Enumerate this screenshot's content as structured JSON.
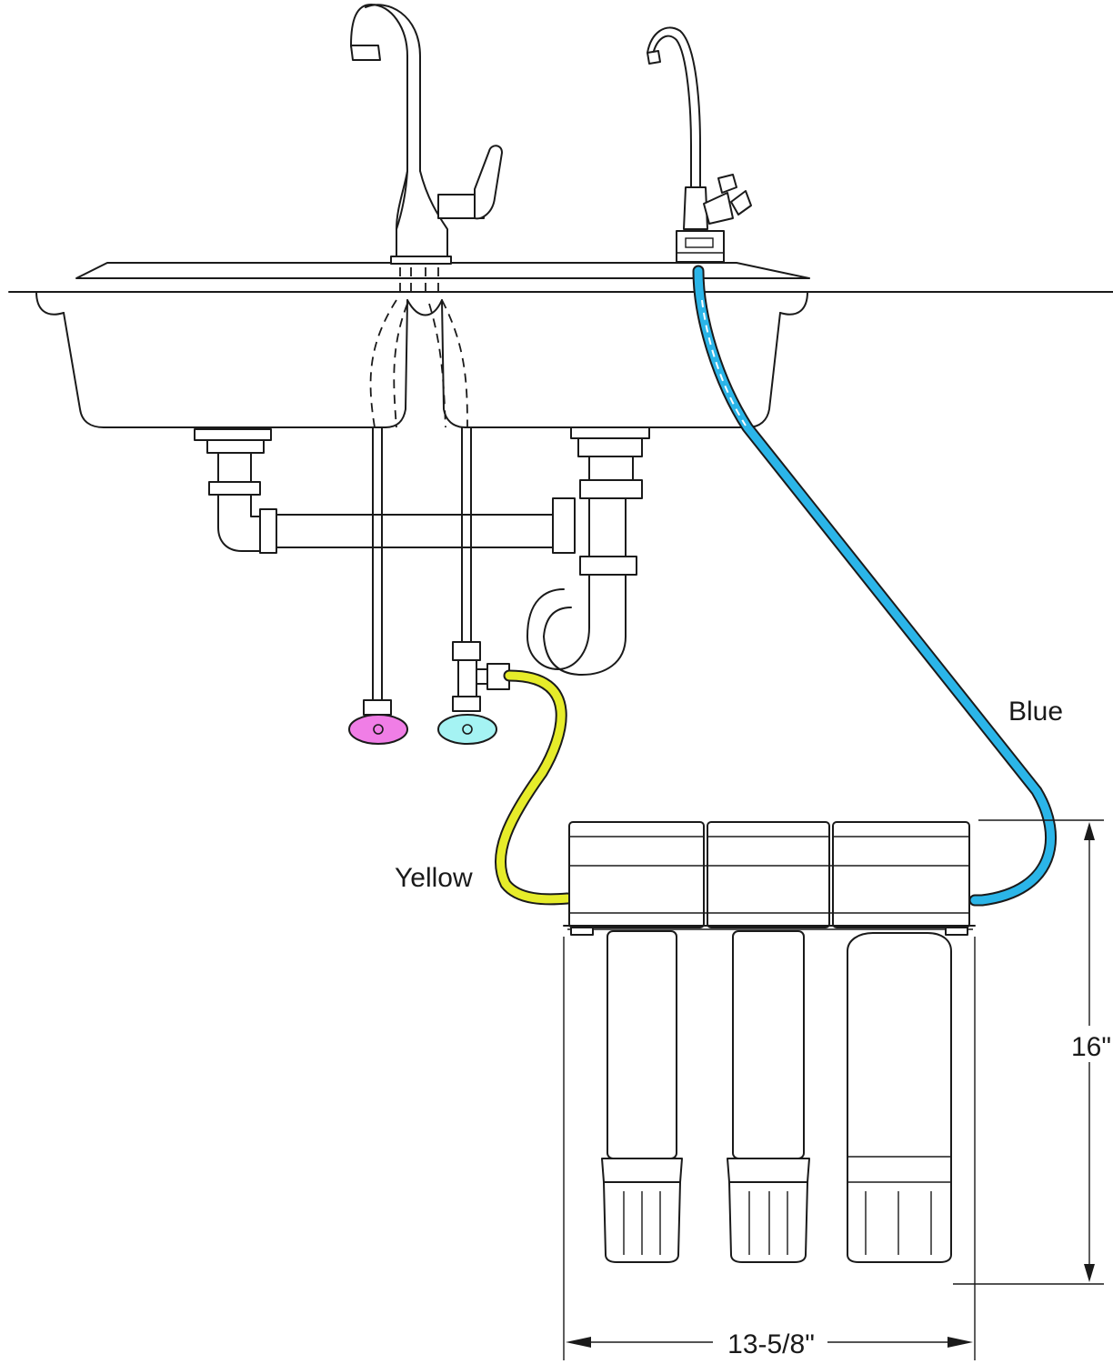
{
  "labels": {
    "yellow_tube": "Yellow",
    "blue_tube": "Blue",
    "height_dimension": "16\"",
    "width_dimension": "13-5/8\""
  },
  "colors": {
    "yellow_tube": "#e6ec2a",
    "blue_tube": "#2bb5e8",
    "hot_valve": "#f07ee6",
    "cold_valve": "#a5f3f3",
    "line": "#1a1a1a"
  },
  "icons": {
    "hot_valve": "hot-water-valve-icon",
    "cold_valve": "cold-water-valve-icon"
  }
}
